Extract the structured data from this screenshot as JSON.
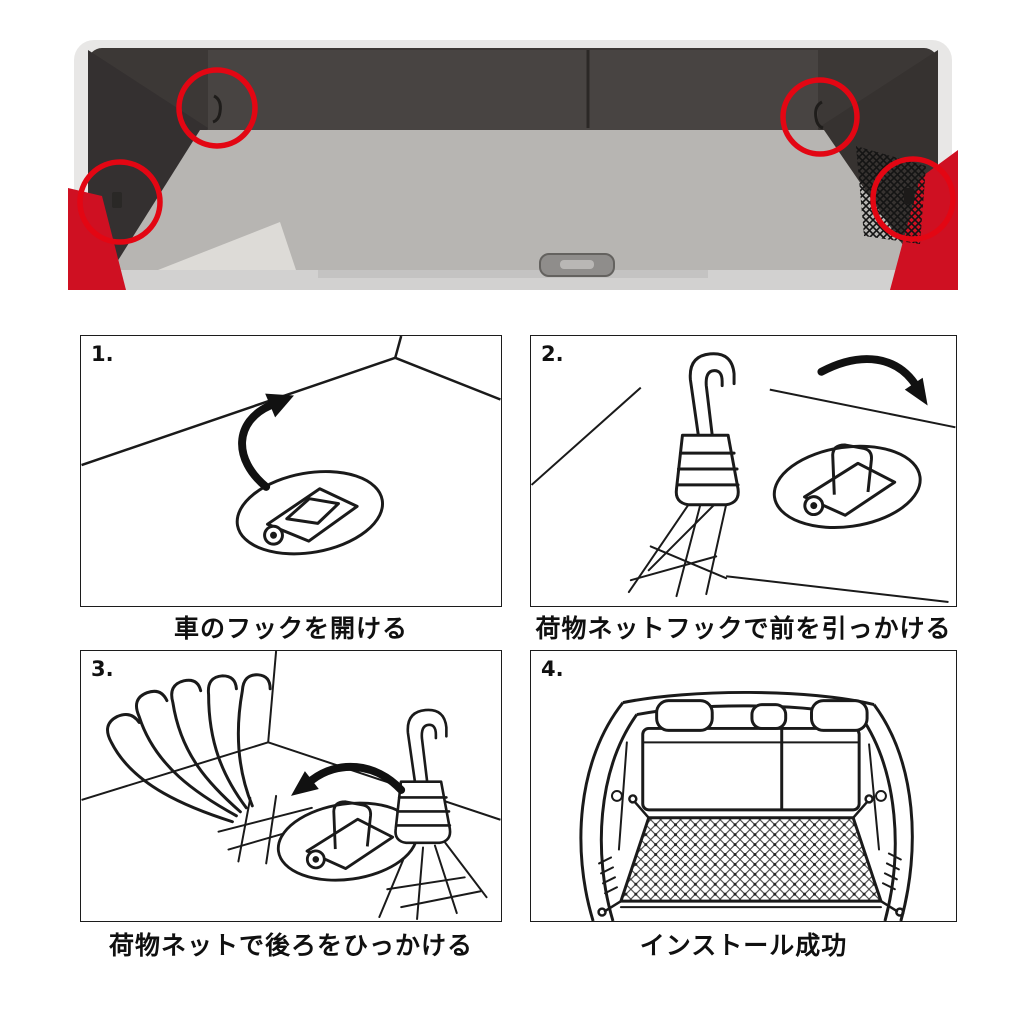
{
  "colors": {
    "highlight_red": "#e30613",
    "line": "#1a1a1a"
  },
  "photo": {
    "highlight_circles": 4
  },
  "steps": [
    {
      "number": "1.",
      "caption": "車のフックを開ける",
      "illustration": "open-car-hook"
    },
    {
      "number": "2.",
      "caption": "荷物ネットフックで前を引っかける",
      "illustration": "attach-front-net-hook"
    },
    {
      "number": "3.",
      "caption": "荷物ネットで後ろをひっかける",
      "illustration": "attach-rear-net-hook"
    },
    {
      "number": "4.",
      "caption": "インストール成功",
      "illustration": "installation-complete"
    }
  ]
}
